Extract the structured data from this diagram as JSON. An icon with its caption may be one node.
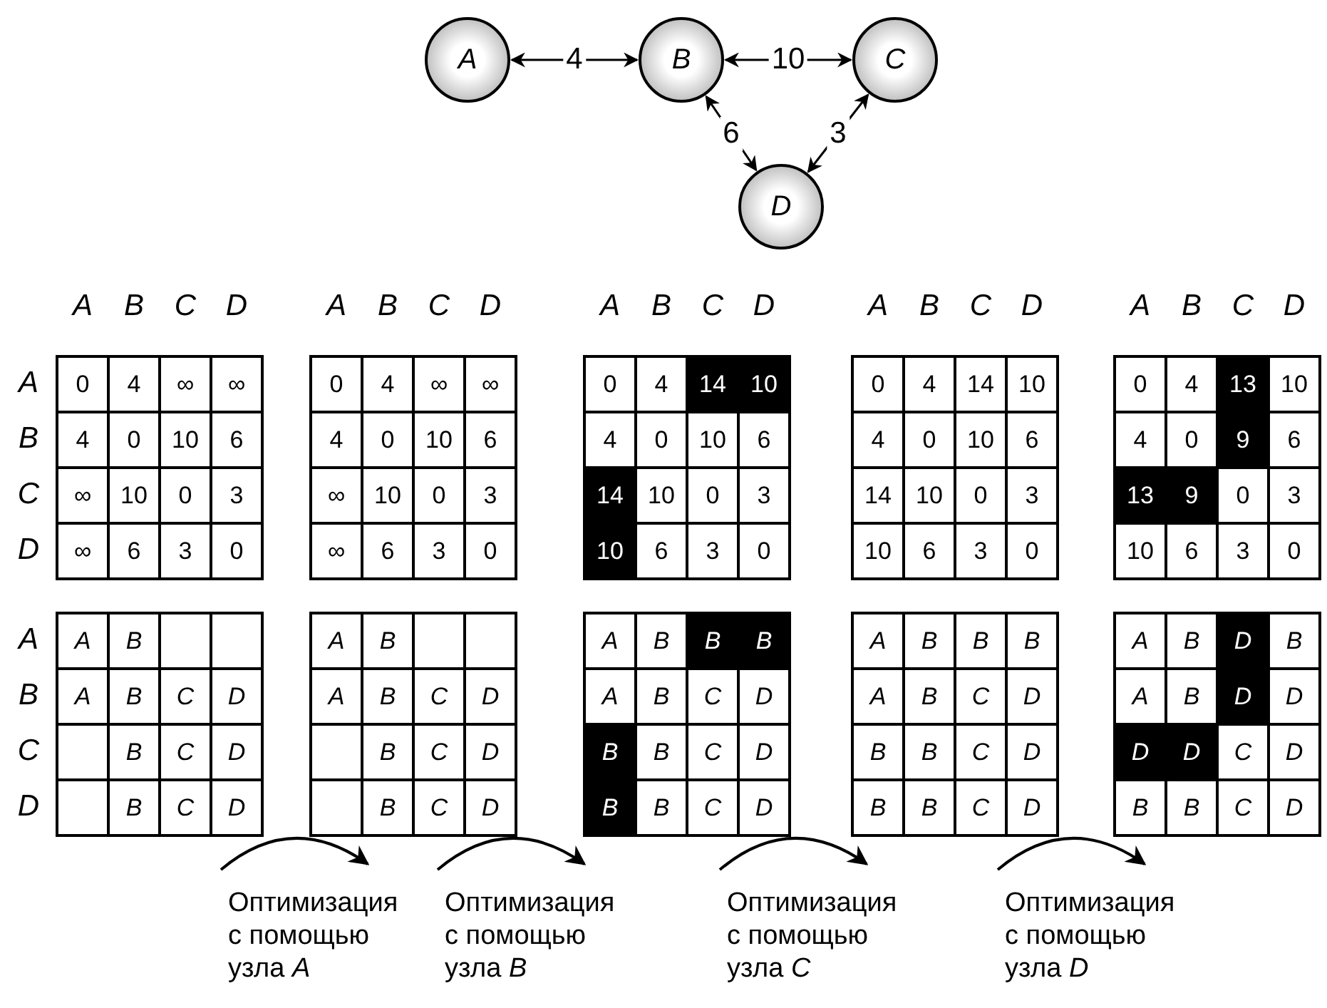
{
  "diagram": {
    "nodes": [
      {
        "text": [
          "A"
        ]
      },
      {
        "text": [
          "B"
        ]
      },
      {
        "text": [
          "C"
        ]
      },
      {
        "text": [
          "D"
        ]
      }
    ],
    "edges": [
      {
        "from": 0,
        "to": 1,
        "arrow": "both",
        "label": "4"
      },
      {
        "from": 1,
        "to": 2,
        "arrow": "both",
        "label": "10"
      },
      {
        "from": 1,
        "to": 3,
        "arrow": "both",
        "label": "6"
      },
      {
        "from": 2,
        "to": 3,
        "arrow": "both",
        "label": "3"
      }
    ],
    "labels": [
      "A",
      "B",
      "C",
      "D",
      "A",
      "B",
      "C",
      "D",
      "A",
      "B",
      "C",
      "D",
      "A",
      "B",
      "C",
      "D",
      "A",
      "B",
      "C",
      "D",
      "A",
      "0",
      "4",
      "∞",
      "∞",
      "0",
      "4",
      "∞",
      "∞",
      "0",
      "4",
      "14",
      "10",
      "0",
      "4",
      "14",
      "10",
      "0",
      "4",
      "13",
      "10",
      "B",
      "4",
      "0",
      "10",
      "6",
      "4",
      "0",
      "10",
      "6",
      "4",
      "0",
      "10",
      "6",
      "4",
      "0",
      "10",
      "6",
      "4",
      "0",
      "9",
      "6",
      "C",
      "∞",
      "10",
      "0",
      "3",
      "∞",
      "10",
      "0",
      "3",
      "14",
      "10",
      "0",
      "3",
      "14",
      "10",
      "0",
      "3",
      "13",
      "9",
      "0",
      "3",
      "D",
      "∞",
      "6",
      "3",
      "0",
      "∞",
      "6",
      "3",
      "0",
      "10",
      "6",
      "3",
      "0",
      "10",
      "6",
      "3",
      "0",
      "10",
      "6",
      "3",
      "0",
      "A",
      "A",
      "B",
      "A",
      "B",
      "A",
      "B",
      "B",
      "B",
      "A",
      "B",
      "B",
      "B",
      "A",
      "B",
      "D",
      "B",
      "B",
      "A",
      "B",
      "C",
      "D",
      "A",
      "B",
      "C",
      "D",
      "A",
      "B",
      "C",
      "D",
      "A",
      "B",
      "C",
      "D",
      "A",
      "B",
      "D",
      "D",
      "C",
      "B",
      "C",
      "D",
      "B",
      "C",
      "D",
      "B",
      "B",
      "C",
      "D",
      "B",
      "B",
      "C",
      "D",
      "D",
      "D",
      "C",
      "D",
      "D",
      "B",
      "C",
      "D",
      "B",
      "C",
      "D",
      "B",
      "B",
      "C",
      "D",
      "B",
      "B",
      "C",
      "D",
      "B",
      "B",
      "C",
      "D",
      "Оптимизация с помощью узла *A*",
      "Оптимизация с помощью узла *B*",
      "Оптимизация с помощью узла *C*",
      "Оптимизация с помощью узла *D*"
    ]
  }
}
